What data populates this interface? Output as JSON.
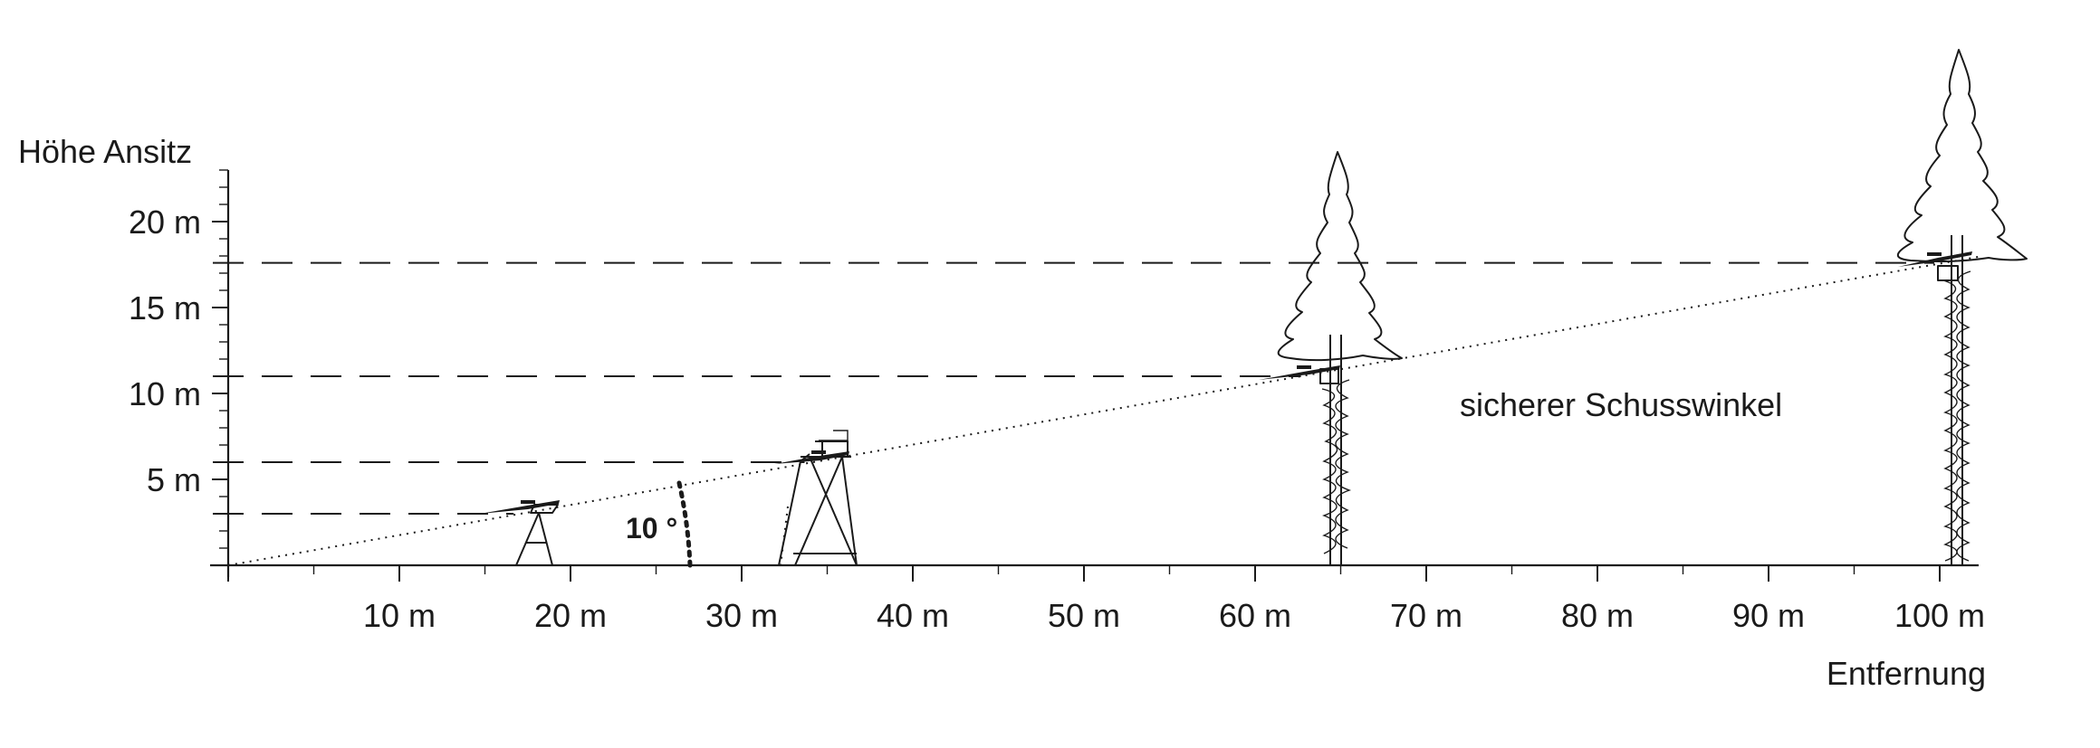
{
  "diagram": {
    "y_axis_label": "Höhe Ansitz",
    "x_axis_label": "Entfernung",
    "angle_label": "10 °",
    "region_label": "sicherer Schusswinkel",
    "y_ticks": [
      "5 m",
      "10 m",
      "15 m",
      "20 m"
    ],
    "x_ticks": [
      "10 m",
      "20 m",
      "30 m",
      "40 m",
      "50 m",
      "60 m",
      "70 m",
      "80 m",
      "90 m",
      "100 m"
    ],
    "stand_heights_m": [
      3,
      6,
      11,
      17.6
    ],
    "stand_distances_m": [
      18,
      35,
      64,
      101
    ],
    "safe_angle_deg": 10
  }
}
